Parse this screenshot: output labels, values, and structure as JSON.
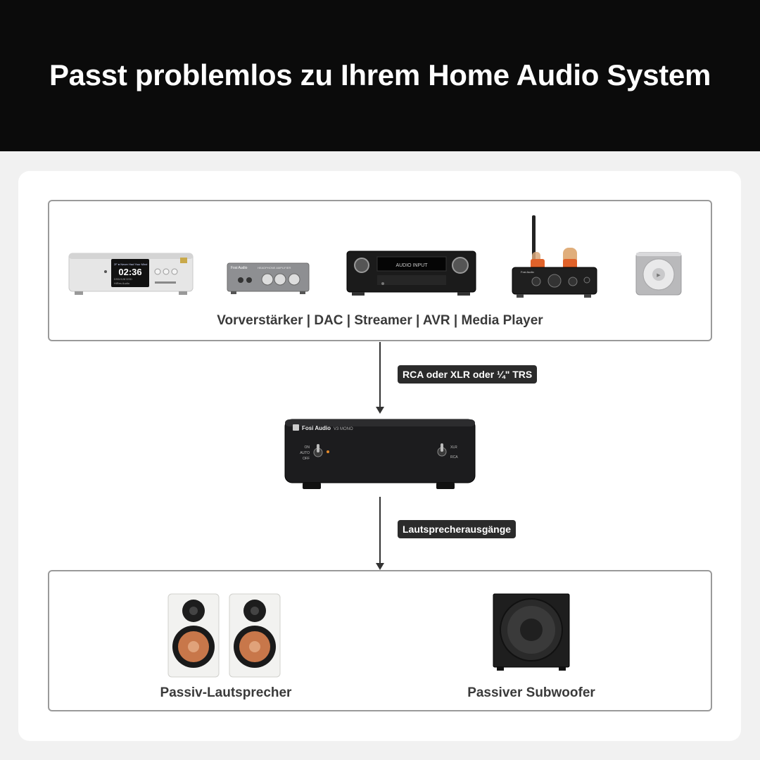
{
  "header": {
    "title": "Passt problemlos zu Ihrem Home Audio System"
  },
  "sources": {
    "caption": "Vorverstärker | DAC | Streamer | AVR | Media Player",
    "devices": [
      {
        "name": "dac-streamer",
        "display_time": "02:36",
        "display_top": "2F ● Never Had Your Mind",
        "display_sub1": "DSD/128 DSD",
        "display_sub2": "HiRes Audio"
      },
      {
        "name": "preamp",
        "brand": "Fosi Audio",
        "model": "HEADPHONE AMPLIFIER"
      },
      {
        "name": "avr",
        "display": "AUDIO  INPUT"
      },
      {
        "name": "tube-preamp",
        "brand": "Fosi Audio"
      },
      {
        "name": "media-player"
      }
    ]
  },
  "connections": {
    "input_label": "RCA oder XLR oder ¼\" TRS",
    "output_label": "Lautsprecherausgänge"
  },
  "amplifier": {
    "brand": "Fosi Audio",
    "model": "V3 MONO",
    "switch1": [
      "ON",
      "AUTO",
      "OFF"
    ],
    "switch2": [
      "XLR",
      "RCA"
    ]
  },
  "outputs": {
    "speakers_label": "Passiv-Lautsprecher",
    "subwoofer_label": "Passiver Subwoofer"
  },
  "colors": {
    "banner": "#0b0b0b",
    "card": "#ffffff",
    "border": "#9a9a9a",
    "tag": "#2b2b2b",
    "woofer": "#c8774a"
  }
}
